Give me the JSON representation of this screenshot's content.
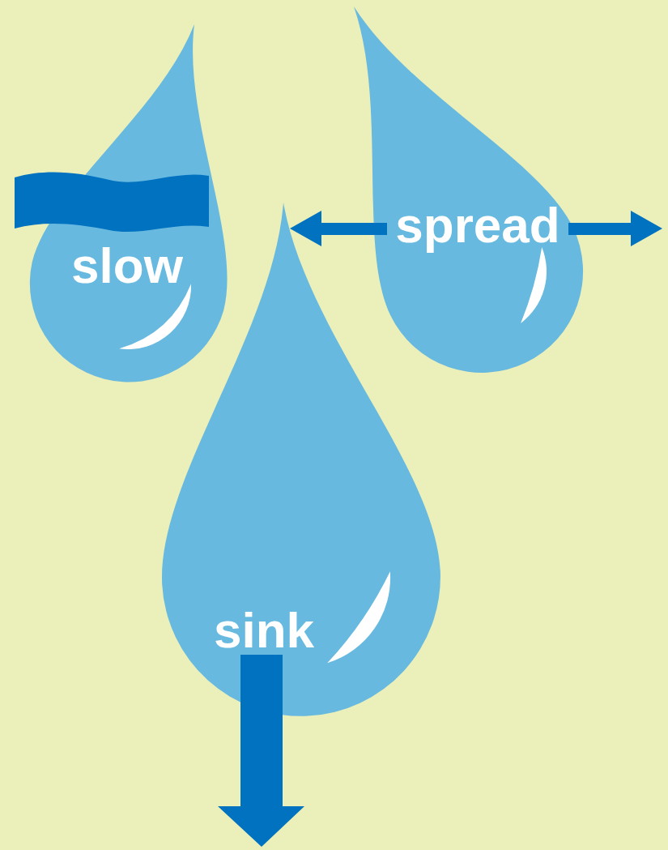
{
  "diagram": {
    "nodes": [
      {
        "text": [
          "slow"
        ]
      },
      {
        "text": [
          "spread"
        ]
      },
      {
        "text": [
          "sink"
        ]
      }
    ]
  }
}
